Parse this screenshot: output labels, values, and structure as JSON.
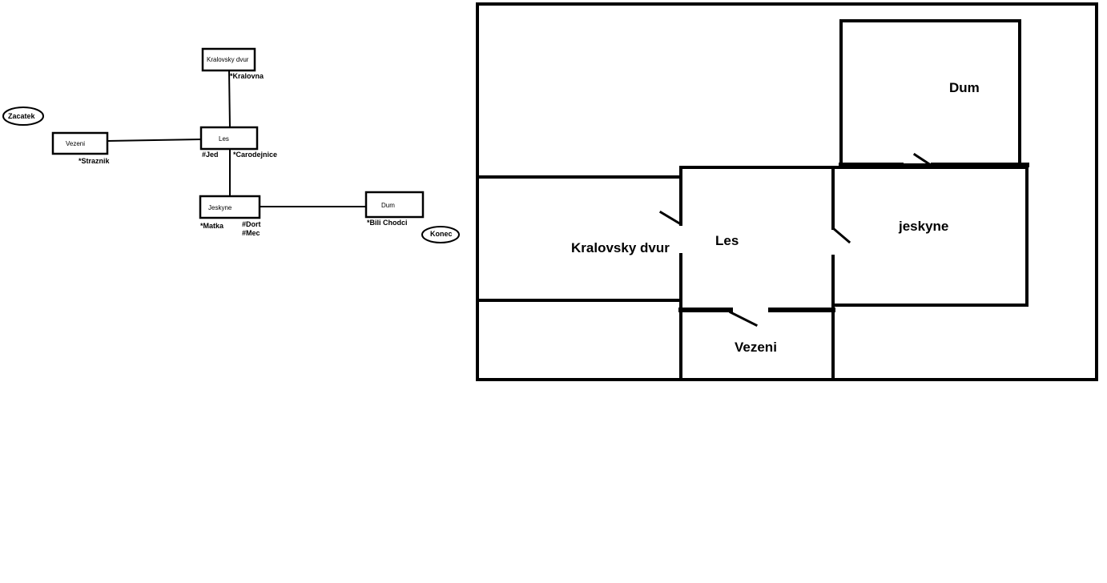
{
  "graph": {
    "nodes": {
      "kralovsky_dvur": "Kralovsky dvur",
      "les": "Les",
      "vezeni": "Vezeni",
      "jeskyne": "Jeskyne",
      "dum": "Dum"
    },
    "annotations": {
      "kralovna": "*Kralovna",
      "jed": "#Jed",
      "carodejnice": "*Carodejnice",
      "straznik": "*Straznik",
      "matka": "*Matka",
      "dort": "#Dort",
      "mec": "#Mec",
      "bili_chodci": "*Bili Chodci"
    },
    "markers": {
      "start": "Zacatek",
      "end": "Konec"
    }
  },
  "map": {
    "rooms": {
      "dum": "Dum",
      "kralovsky_dvur": "Kralovsky dvur",
      "les": "Les",
      "jeskyne": "jeskyne",
      "vezeni": "Vezeni"
    }
  }
}
